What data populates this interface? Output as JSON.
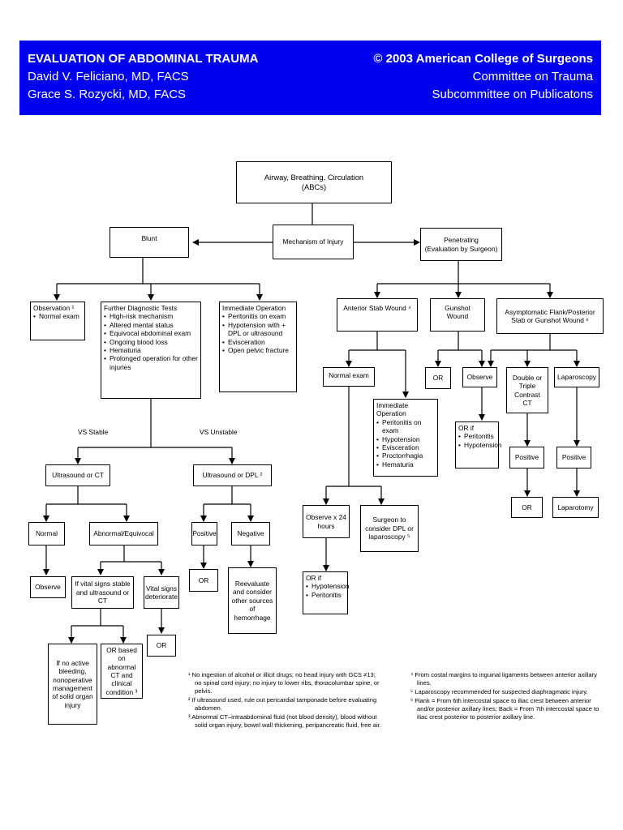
{
  "header": {
    "title": "EVALUATION OF ABDOMINAL TRAUMA",
    "author1": "David V. Feliciano, MD, FACS",
    "author2": "Grace S. Rozycki, MD, FACS",
    "copyright": "© 2003 American College of Surgeons",
    "org1": "Committee on Trauma",
    "org2": "Subcommittee on Publicatons"
  },
  "flow": {
    "abc_1": "Airway, Breathing, Circulation",
    "abc_2": "(ABCs)",
    "mechanism": "Mechanism of Injury",
    "blunt": "Blunt",
    "penetrating_1": "Penetrating",
    "penetrating_2": "(Evaluation by Surgeon)",
    "observation_title": "Observation ¹",
    "observation_items": [
      "Normal exam"
    ],
    "further_title": "Further Diagnostic Tests",
    "further_items": [
      "High-risk mechanism",
      "Altered mental status",
      "Equivocal abdominal exam",
      "Ongoing blood loss",
      "Hematuria",
      "Prolonged operation for other injuries"
    ],
    "immediate_title": "Immediate Operation",
    "immediate_items": [
      "Peritonitis on exam",
      "Hypotension with + DPL or ultrasound",
      "Evisceration",
      "Open pelvic fracture"
    ],
    "vs_stable": "VS Stable",
    "vs_unstable": "VS Unstable",
    "us_ct": "Ultrasound or CT",
    "us_dpl": "Ultrasound or DPL ²",
    "normal": "Normal",
    "abnormal": "Abnormal/Equivocal",
    "positive": "Positive",
    "negative": "Negative",
    "observe": "Observe",
    "vital_stable": "If vital signs stable and ultrasound or CT",
    "vital_deteriorate": "Vital signs deteriorate",
    "or": "OR",
    "reevaluate": "Reevaluate and consider other sources of hemorrhage",
    "no_active": "If no active bleeding, nonoperative management of solid organ injury",
    "or_based": "OR based on abnormal CT and clinical condition ³",
    "anterior_stab": "Anterior Stab Wound ⁴",
    "gunshot": "Gunshot Wound",
    "asymptomatic": "Asymptomatic Flank/Posterior Stab or Gunshot Wound ⁶",
    "normal_exam": "Normal exam",
    "immediate2_title": "Immediate Operation",
    "immediate2_items": [
      "Peritonitis on exam",
      "Hypotension",
      "Evisceration",
      "Proctorrhagia",
      "Hematuria"
    ],
    "observe_24": "Observe x 24 hours",
    "surgeon_dpl": "Surgeon to consider DPL or laparoscopy ⁵",
    "or_if": "OR if",
    "or_if_items_a": [
      "Hypotension",
      "Peritonitis"
    ],
    "or_if_items_b": [
      "Peritonitis",
      "Hypotension"
    ],
    "double_triple": "Double or Triple Contrast CT",
    "laparoscopy": "Laparoscopy",
    "laparotomy": "Laparotomy"
  },
  "footnotes": {
    "n1": "¹  No ingestion of alcohol or illicit drugs; no head injury with GCS ≠13; no spinal cord injury; no injury to lower ribs, thoracolumbar spine, or pelvis.",
    "n2": "²  If ultrasound used, rule out pericardial tamponade before evaluating abdomen.",
    "n3": "³  Abnormal CT–intraabdominal fluid (not blood density), blood without solid organ injury, bowel wall thickening, peripancreatic fluid, free air.",
    "n4": "⁴  From costal margins to inguinal ligaments between anterior axillary lines.",
    "n5": "⁵  Laparoscopy recommended for suspected diaphragmatic injury.",
    "n6": "⁶  Flank = From 6th intercostal space to iliac crest between anterior and/or posterior axillary lines; Back = From 7th intercostal space to iliac crest posterior to posterior axillary line."
  }
}
